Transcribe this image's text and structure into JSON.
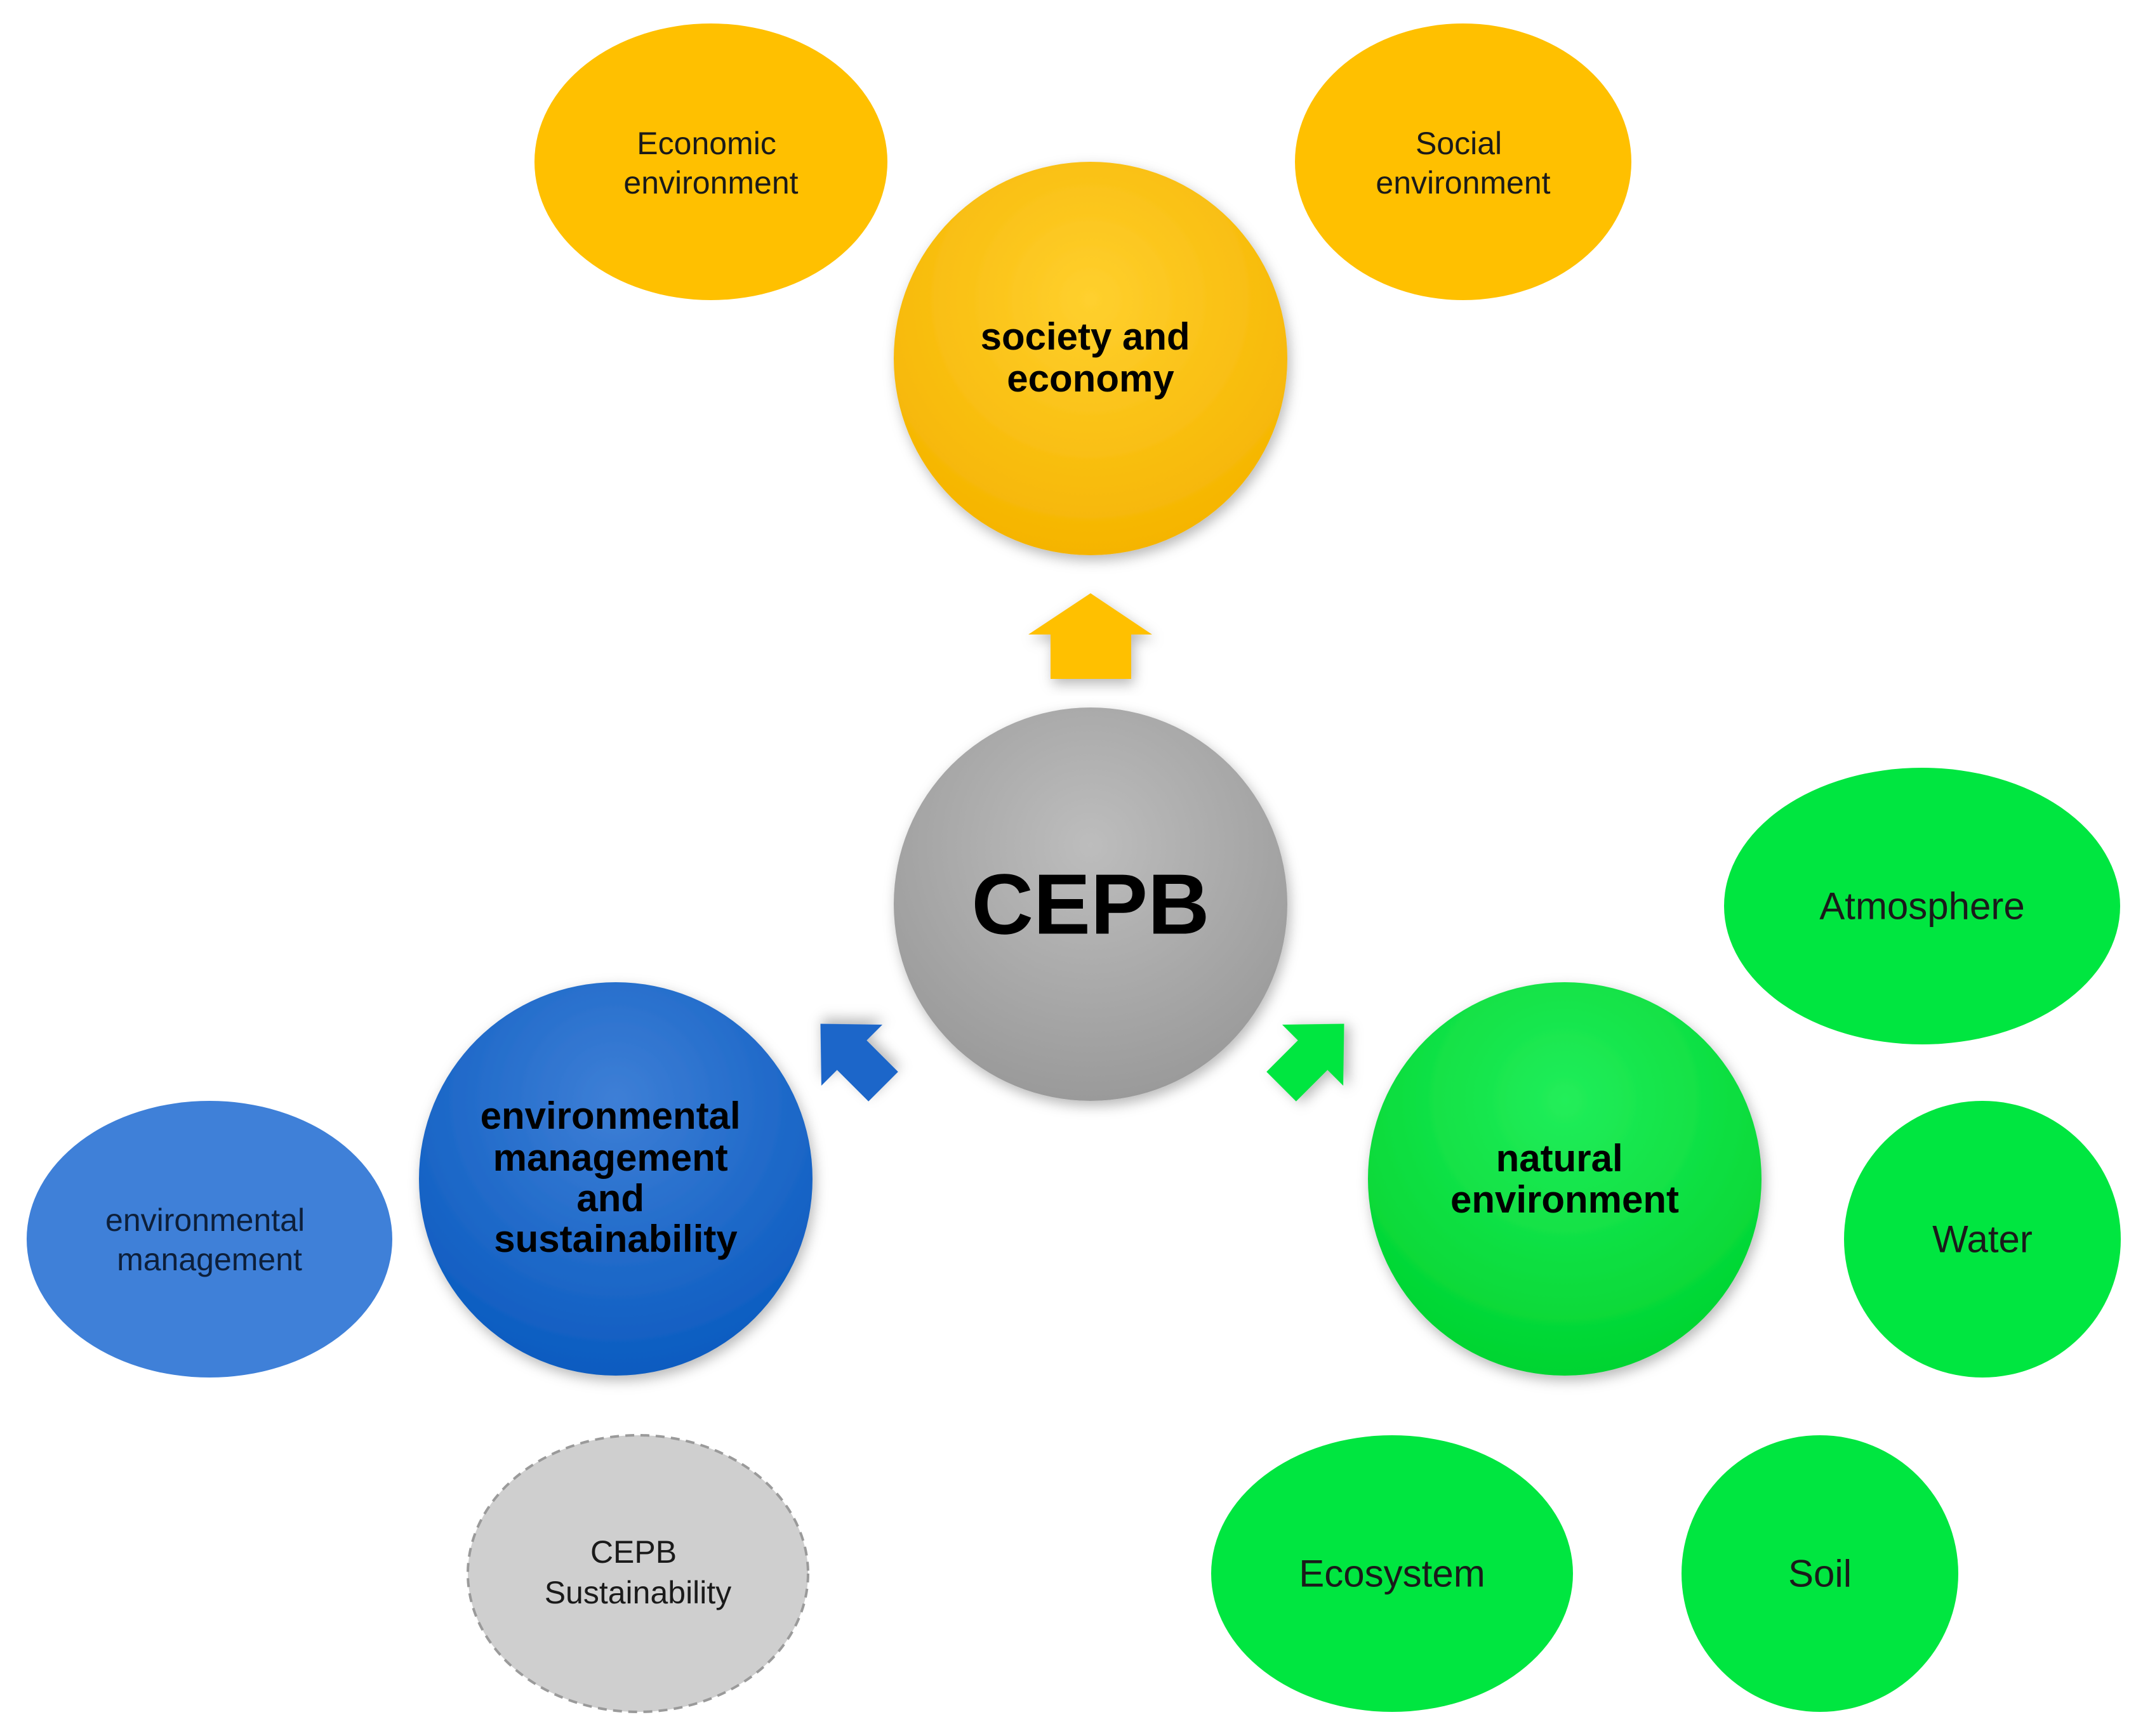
{
  "center": {
    "label": "CEPB"
  },
  "hubs": {
    "society": {
      "lines": [
        "society and",
        "economy"
      ]
    },
    "natural": {
      "lines": [
        "natural",
        "environment"
      ]
    },
    "management": {
      "lines": [
        "environmental",
        "management",
        "and",
        "sustainability"
      ]
    }
  },
  "satellites": {
    "economic": {
      "lines": [
        "Economic",
        "environment"
      ]
    },
    "social": {
      "lines": [
        "Social",
        "environment"
      ]
    },
    "atmosphere": {
      "lines": [
        "Atmosphere"
      ]
    },
    "water": {
      "lines": [
        "Water"
      ]
    },
    "ecosystem": {
      "lines": [
        "Ecosystem"
      ]
    },
    "soil": {
      "lines": [
        "Soil"
      ]
    },
    "env_management": {
      "lines": [
        "environmental",
        "management"
      ]
    },
    "sustainability": {
      "lines": [
        "CEPB",
        "Sustainability"
      ]
    }
  },
  "colors": {
    "yellow": "#FFC000",
    "green": "#00E640",
    "blue": "#2F6FC9",
    "gray": "#A6A6A6",
    "light_gray": "#CFCFCF"
  }
}
